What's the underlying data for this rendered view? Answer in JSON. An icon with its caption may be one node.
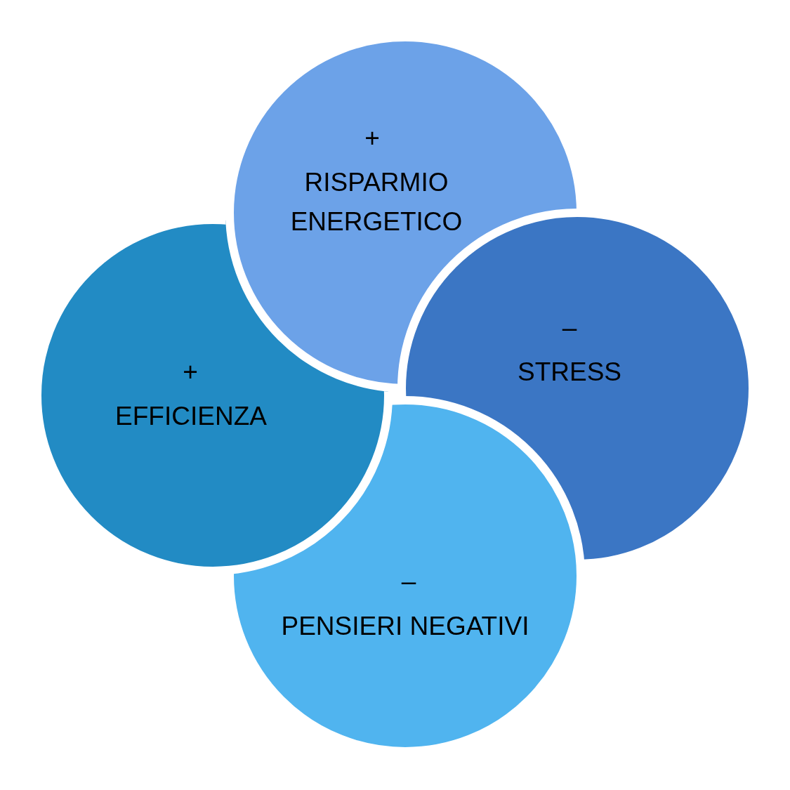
{
  "diagram": {
    "nodes": [
      {
        "text": [
          "+",
          "RISPARMIO ENERGETICO"
        ]
      },
      {
        "text": [
          "+",
          "EFFICIENZA"
        ]
      },
      {
        "text": [
          "–",
          "STRESS"
        ]
      },
      {
        "text": [
          "–",
          "PENSIERI NEGATIVI"
        ]
      }
    ],
    "edges": []
  }
}
